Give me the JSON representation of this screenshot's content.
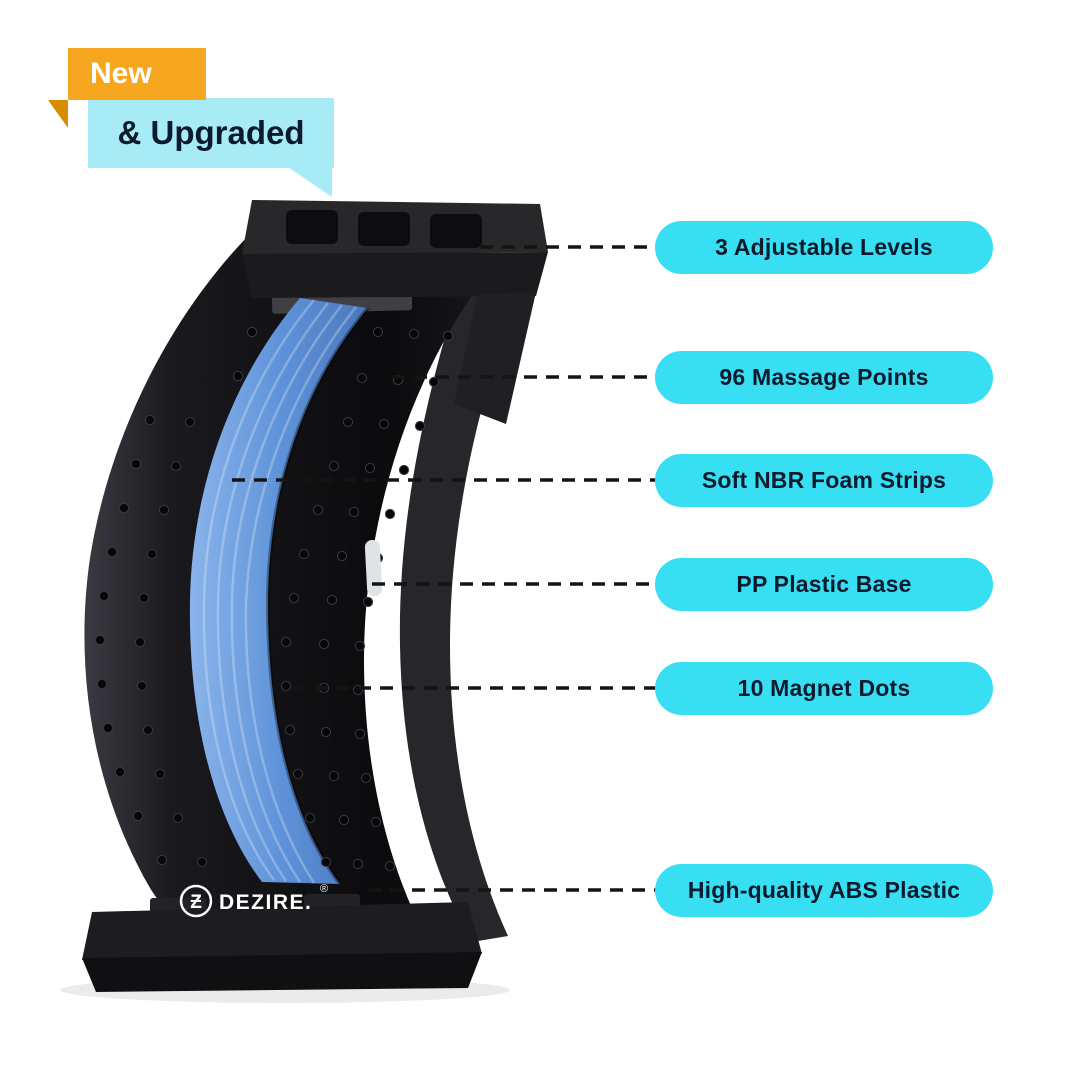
{
  "badge": {
    "new": "New",
    "upgraded": "& Upgraded"
  },
  "brand": {
    "name": "DEZIRE.",
    "mark": "Ƶ",
    "registered": "®"
  },
  "callouts": [
    {
      "label": "3 Adjustable Levels"
    },
    {
      "label": "96 Massage Points"
    },
    {
      "label": "Soft NBR Foam Strips"
    },
    {
      "label": "PP Plastic Base"
    },
    {
      "label": "10 Magnet Dots"
    },
    {
      "label": "High-quality ABS Plastic"
    }
  ],
  "colors": {
    "pill_cyan": "#38DFF2",
    "bubble_cyan": "#A6EBF5",
    "badge_orange": "#F6A71F",
    "badge_fold_orange": "#D88C00",
    "text_dark": "#0C1A2E",
    "leader_line": "#141414",
    "foam_blue": "#5F93D9",
    "body_black": "#131316"
  }
}
